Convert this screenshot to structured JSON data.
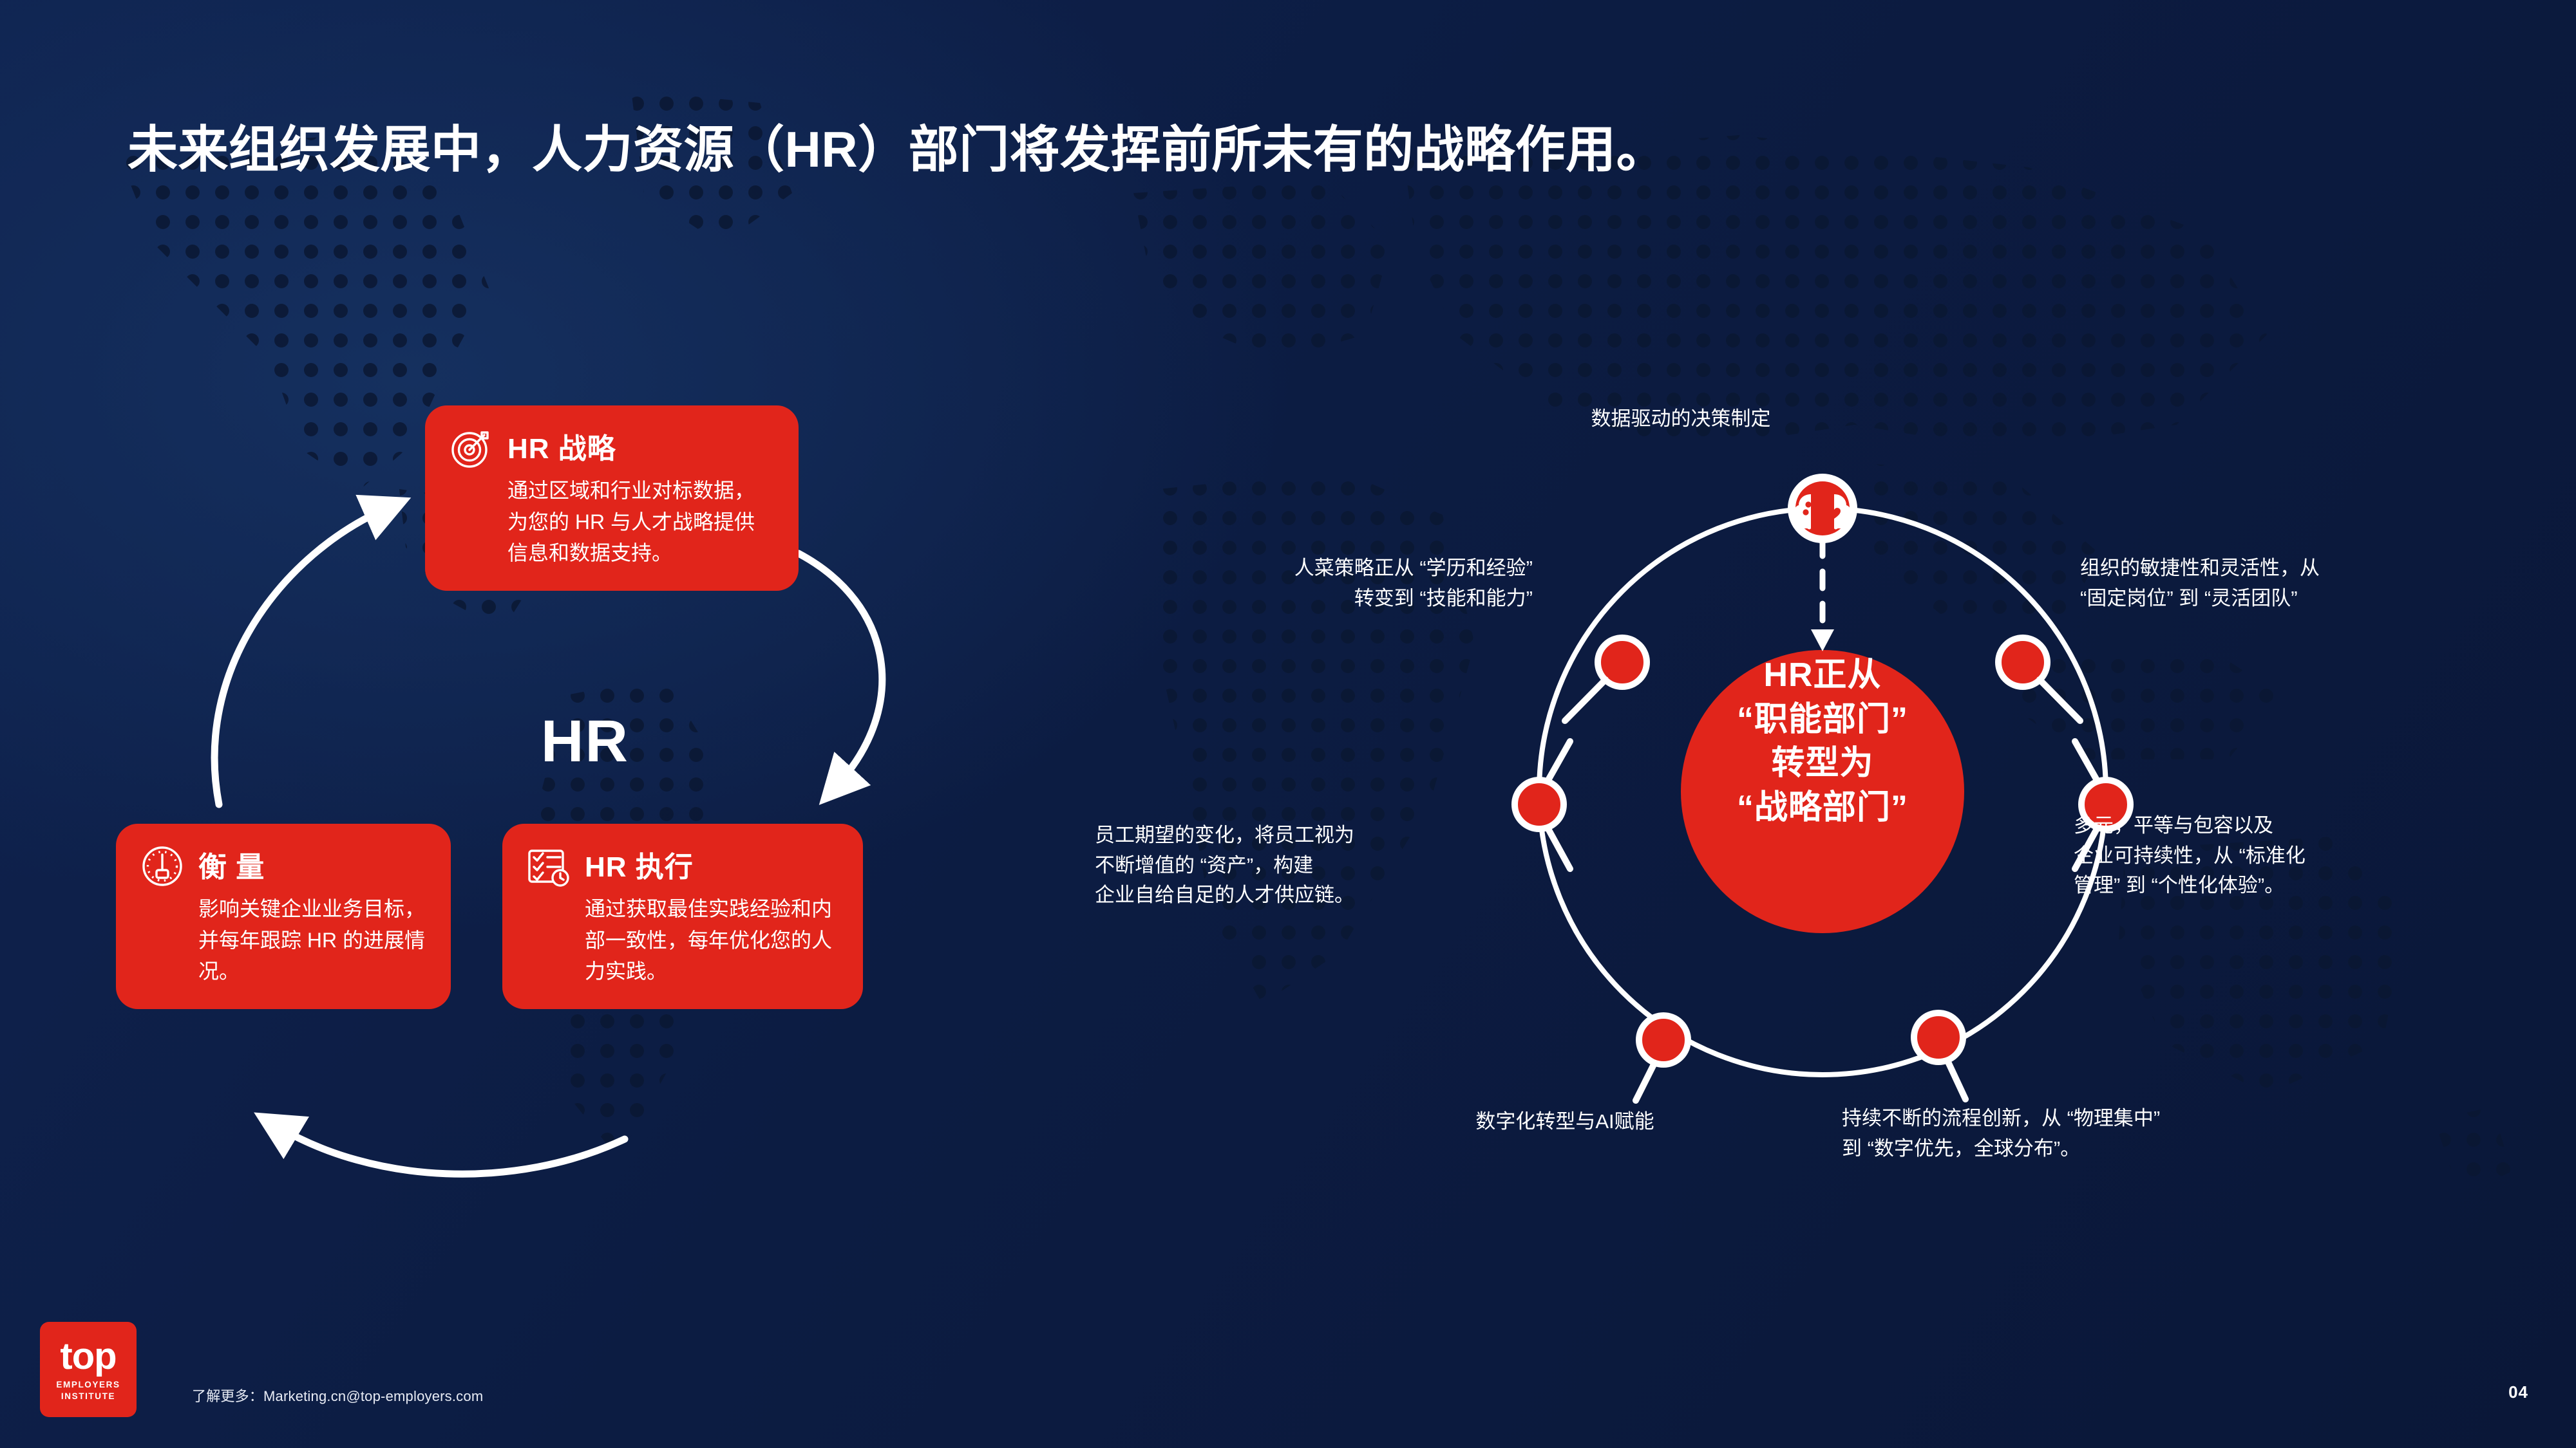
{
  "colors": {
    "background_dark_navy": "#0a1738",
    "background_navy": "#0f2350",
    "accent_red": "#e1251b",
    "text_white": "#ffffff"
  },
  "title": "未来组织发展中，人力资源（HR）部门将发挥前所未有的战略作用。",
  "left_cycle": {
    "center_label": "HR",
    "cards": [
      {
        "id": "strategy",
        "icon": "target-icon",
        "title": "HR 战略",
        "body": "通过区域和行业对标数据，为您的 HR 与人才战略提供信息和数据支持。"
      },
      {
        "id": "measure",
        "icon": "gauge-icon",
        "title": "衡 量",
        "body": "影响关键企业业务目标，并每年跟踪 HR 的进展情况。"
      },
      {
        "id": "execution",
        "icon": "checklist-clock-icon",
        "title": "HR 执行",
        "body": "通过获取最佳实践经验和内部一致性，每年优化您的人力实践。"
      }
    ]
  },
  "right_circle": {
    "center_text": "HR正从\n“职能部门”\n转型为\n“战略部门”",
    "top_node_icon": "brain-icon",
    "labels": [
      {
        "id": "top",
        "text": "数据驱动的决策制定"
      },
      {
        "id": "upper-left",
        "text": "人菜策略正从 “学历和经验”\n转变到 “技能和能力”"
      },
      {
        "id": "upper-right",
        "text": "组织的敏捷性和灵活性，从\n“固定岗位” 到 “灵活团队”"
      },
      {
        "id": "mid-left",
        "text": "员工期望的变化，将员工视为\n不断增值的 “资产”，构建\n企业自给自足的人才供应链。"
      },
      {
        "id": "mid-right",
        "text": "多元，平等与包容以及\n企业可持续性，从 “标准化\n管理” 到 “个性化体验”。"
      },
      {
        "id": "bottom-left",
        "text": "数字化转型与AI赋能"
      },
      {
        "id": "bottom-right",
        "text": "持续不断的流程创新，从 “物理集中”\n到 “数字优先，全球分布”。"
      }
    ]
  },
  "footer": {
    "logo_word": "top",
    "logo_sub1": "EMPLOYERS",
    "logo_sub2": "INSTITUTE",
    "contact": "了解更多：Marketing.cn@top-employers.com",
    "page_number": "04"
  }
}
